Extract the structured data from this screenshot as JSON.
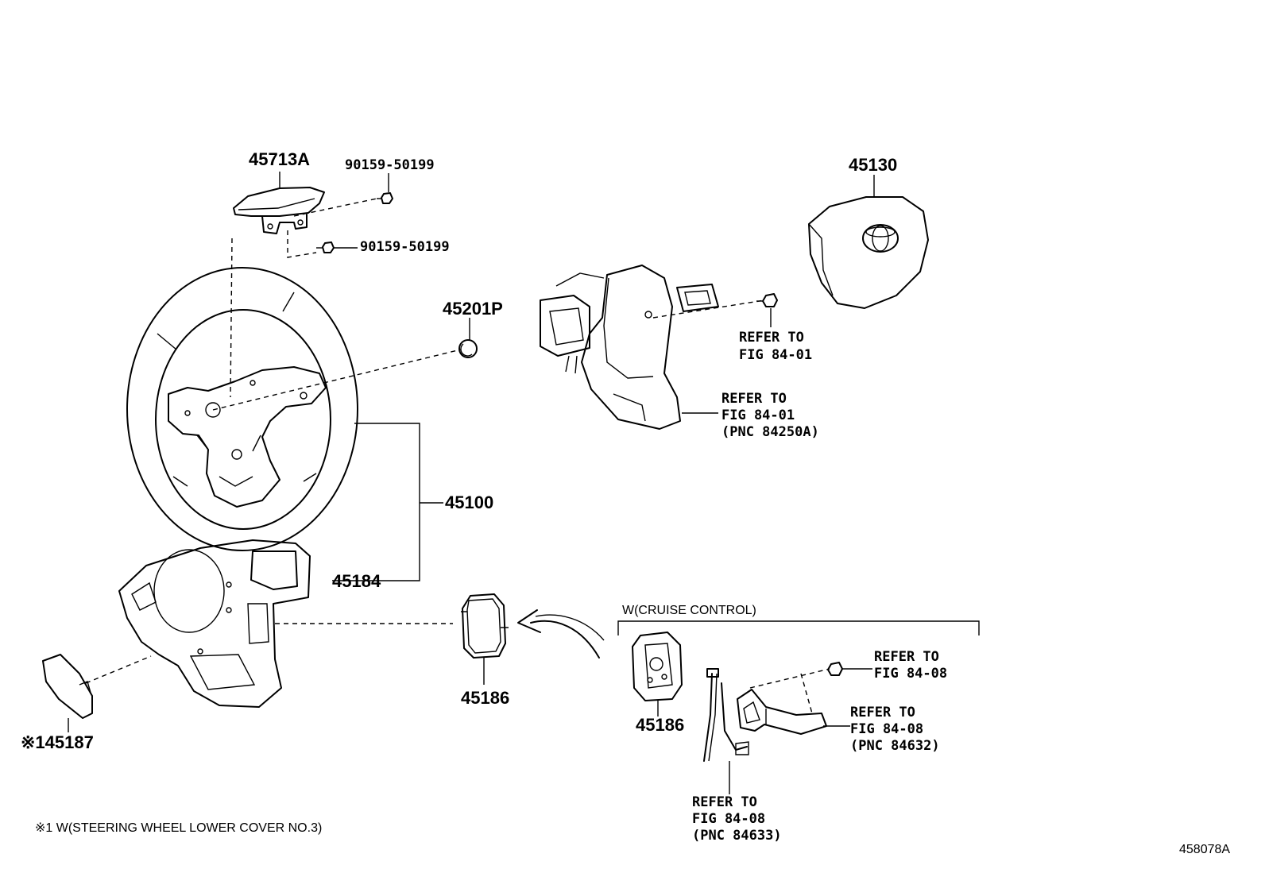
{
  "labels": {
    "p45713A": "45713A",
    "p90159_a": "90159-50199",
    "p90159_b": "90159-50199",
    "p45130": "45130",
    "p45201P": "45201P",
    "p45100": "45100",
    "p45184": "45184",
    "p45186_a": "45186",
    "p45186_b": "45186",
    "p45187": "※145187"
  },
  "refs": {
    "r1": [
      "REFER TO",
      "FIG 84-01"
    ],
    "r2": [
      "REFER TO",
      "FIG 84-01",
      "(PNC 84250A)"
    ],
    "r3": [
      "REFER TO",
      "FIG 84-08"
    ],
    "r4": [
      "REFER TO",
      "FIG 84-08",
      "(PNC 84632)"
    ],
    "r5": [
      "REFER TO",
      "FIG 84-08",
      "(PNC 84633)"
    ]
  },
  "group_label": "W(CRUISE CONTROL)",
  "footnote": "※1 W(STEERING WHEEL LOWER COVER NO.3)",
  "figure_id": "458078A"
}
